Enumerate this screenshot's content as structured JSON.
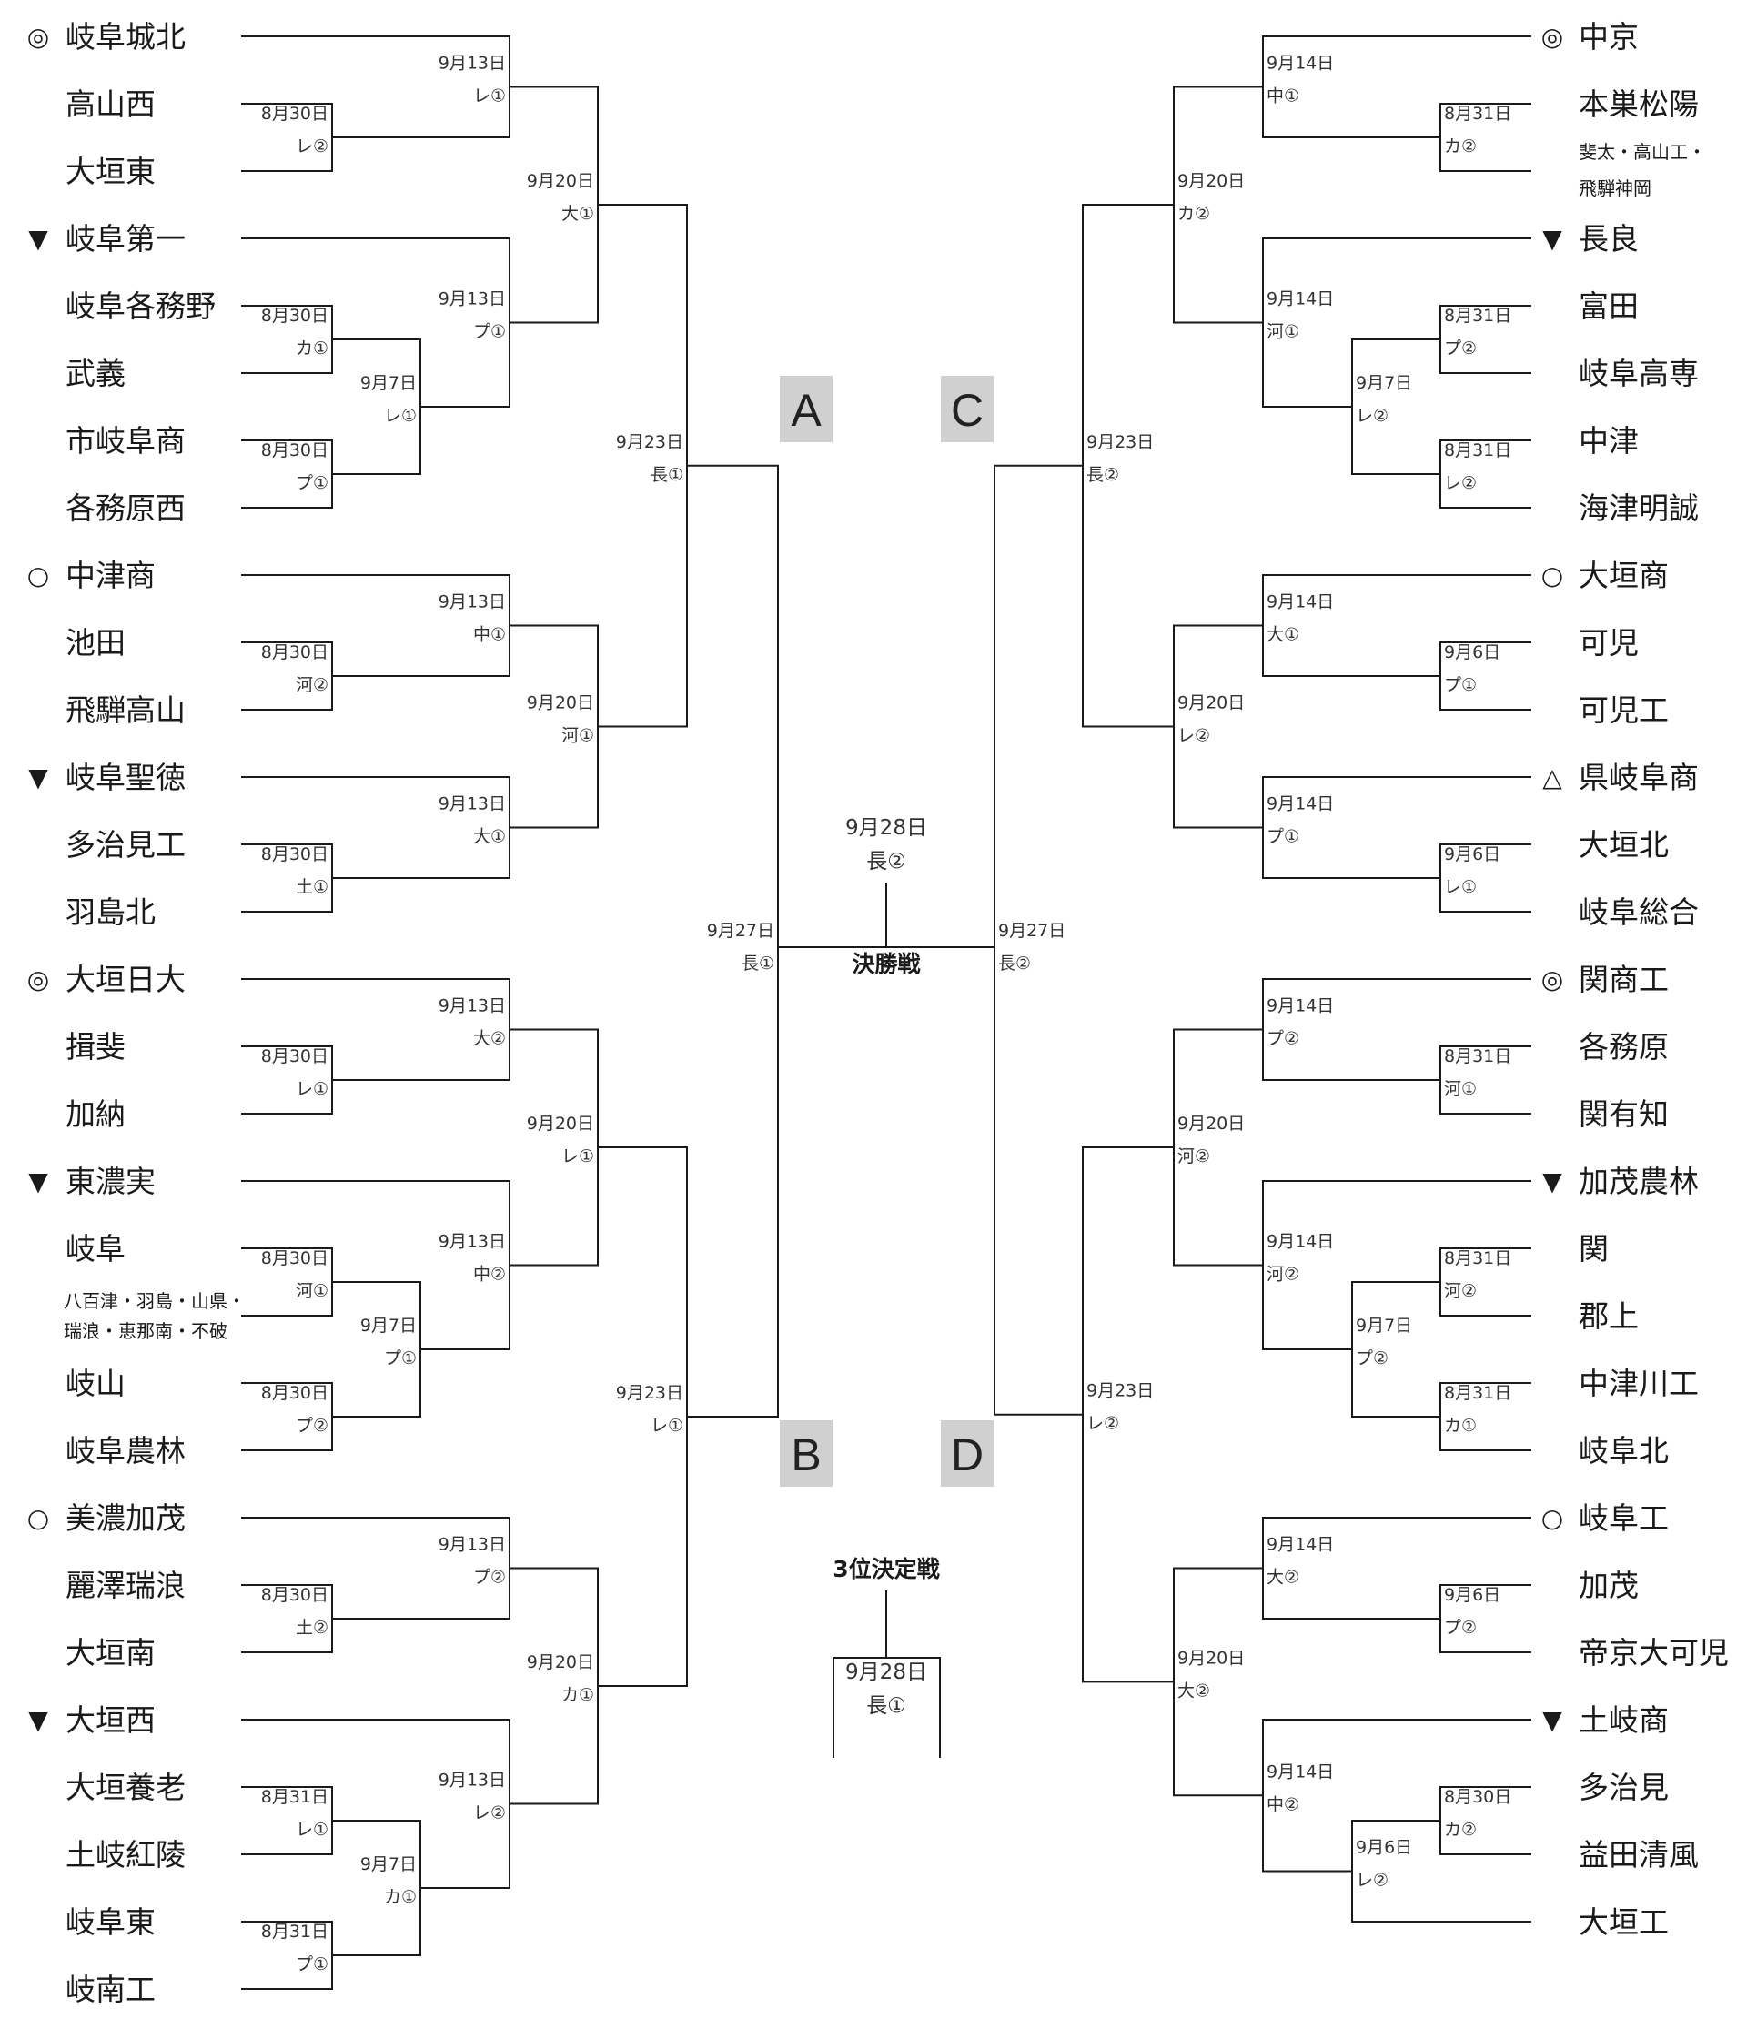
{
  "final": {
    "title": "決勝戦",
    "date": "9月28日",
    "venue": "長②"
  },
  "third_place": {
    "title": "3位決定戦",
    "date": "9月28日",
    "venue": "長①"
  },
  "semis": {
    "left_date": "9月27日",
    "left_venue": "長①",
    "right_date": "9月27日",
    "right_venue": "長②"
  },
  "blocks": [
    "A",
    "B",
    "C",
    "D"
  ],
  "left_teams": [
    {
      "mark": "◎",
      "name": "岐阜城北"
    },
    {
      "mark": "",
      "name": "高山西"
    },
    {
      "mark": "",
      "name": "大垣東"
    },
    {
      "mark": "▼",
      "name": "岐阜第一"
    },
    {
      "mark": "",
      "name": "岐阜各務野"
    },
    {
      "mark": "",
      "name": "武義"
    },
    {
      "mark": "",
      "name": "市岐阜商"
    },
    {
      "mark": "",
      "name": "各務原西"
    },
    {
      "mark": "○",
      "name": "中津商"
    },
    {
      "mark": "",
      "name": "池田"
    },
    {
      "mark": "",
      "name": "飛騨高山"
    },
    {
      "mark": "▼",
      "name": "岐阜聖徳"
    },
    {
      "mark": "",
      "name": "多治見工"
    },
    {
      "mark": "",
      "name": "羽島北"
    },
    {
      "mark": "◎",
      "name": "大垣日大"
    },
    {
      "mark": "",
      "name": "揖斐"
    },
    {
      "mark": "",
      "name": "加納"
    },
    {
      "mark": "▼",
      "name": "東濃実"
    },
    {
      "mark": "",
      "name": "岐阜"
    },
    {
      "mark": "",
      "name": "岐山"
    },
    {
      "mark": "",
      "name": "岐阜農林"
    },
    {
      "mark": "○",
      "name": "美濃加茂"
    },
    {
      "mark": "",
      "name": "麗澤瑞浪"
    },
    {
      "mark": "",
      "name": "大垣南"
    },
    {
      "mark": "▼",
      "name": "大垣西"
    },
    {
      "mark": "",
      "name": "大垣養老"
    },
    {
      "mark": "",
      "name": "土岐紅陵"
    },
    {
      "mark": "",
      "name": "岐阜東"
    },
    {
      "mark": "",
      "name": "岐南工"
    }
  ],
  "left_note": [
    "八百津・羽島・山県・",
    "瑞浪・恵那南・不破"
  ],
  "right_teams": [
    {
      "mark": "◎",
      "name": "中京"
    },
    {
      "mark": "",
      "name": "本巣松陽"
    },
    {
      "mark": "▼",
      "name": "長良"
    },
    {
      "mark": "",
      "name": "富田"
    },
    {
      "mark": "",
      "name": "岐阜高専"
    },
    {
      "mark": "",
      "name": "中津"
    },
    {
      "mark": "",
      "name": "海津明誠"
    },
    {
      "mark": "○",
      "name": "大垣商"
    },
    {
      "mark": "",
      "name": "可児"
    },
    {
      "mark": "",
      "name": "可児工"
    },
    {
      "mark": "△",
      "name": "県岐阜商"
    },
    {
      "mark": "",
      "name": "大垣北"
    },
    {
      "mark": "",
      "name": "岐阜総合"
    },
    {
      "mark": "◎",
      "name": "関商工"
    },
    {
      "mark": "",
      "name": "各務原"
    },
    {
      "mark": "",
      "name": "関有知"
    },
    {
      "mark": "▼",
      "name": "加茂農林"
    },
    {
      "mark": "",
      "name": "関"
    },
    {
      "mark": "",
      "name": "郡上"
    },
    {
      "mark": "",
      "name": "中津川工"
    },
    {
      "mark": "",
      "name": "岐阜北"
    },
    {
      "mark": "○",
      "name": "岐阜工"
    },
    {
      "mark": "",
      "name": "加茂"
    },
    {
      "mark": "",
      "name": "帝京大可児"
    },
    {
      "mark": "▼",
      "name": "土岐商"
    },
    {
      "mark": "",
      "name": "多治見"
    },
    {
      "mark": "",
      "name": "益田清風"
    },
    {
      "mark": "",
      "name": "大垣工"
    }
  ],
  "right_note": [
    "斐太・高山工・",
    "飛騨神岡"
  ],
  "left_games": [
    {
      "date": "8月30日",
      "venue": "レ②"
    },
    {
      "date": "9月13日",
      "venue": "レ①"
    },
    {
      "date": "8月30日",
      "venue": "カ①"
    },
    {
      "date": "8月30日",
      "venue": "プ①"
    },
    {
      "date": "9月7日",
      "venue": "レ①"
    },
    {
      "date": "9月13日",
      "venue": "プ①"
    },
    {
      "date": "9月20日",
      "venue": "大①"
    },
    {
      "date": "8月30日",
      "venue": "河②"
    },
    {
      "date": "9月13日",
      "venue": "中①"
    },
    {
      "date": "8月30日",
      "venue": "土①"
    },
    {
      "date": "9月13日",
      "venue": "大①"
    },
    {
      "date": "9月20日",
      "venue": "河①"
    },
    {
      "date": "9月23日",
      "venue": "長①"
    },
    {
      "date": "8月30日",
      "venue": "レ①"
    },
    {
      "date": "9月13日",
      "venue": "大②"
    },
    {
      "date": "8月30日",
      "venue": "河①"
    },
    {
      "date": "8月30日",
      "venue": "プ②"
    },
    {
      "date": "9月7日",
      "venue": "プ①"
    },
    {
      "date": "9月13日",
      "venue": "中②"
    },
    {
      "date": "9月20日",
      "venue": "レ①"
    },
    {
      "date": "8月30日",
      "venue": "土②"
    },
    {
      "date": "9月13日",
      "venue": "プ②"
    },
    {
      "date": "8月31日",
      "venue": "レ①"
    },
    {
      "date": "8月31日",
      "venue": "プ①"
    },
    {
      "date": "9月7日",
      "venue": "カ①"
    },
    {
      "date": "9月13日",
      "venue": "レ②"
    },
    {
      "date": "9月20日",
      "venue": "カ①"
    },
    {
      "date": "9月23日",
      "venue": "レ①"
    }
  ],
  "right_games": [
    {
      "date": "8月31日",
      "venue": "カ②"
    },
    {
      "date": "9月14日",
      "venue": "中①"
    },
    {
      "date": "8月31日",
      "venue": "プ②"
    },
    {
      "date": "8月31日",
      "venue": "レ②"
    },
    {
      "date": "9月7日",
      "venue": "レ②"
    },
    {
      "date": "9月14日",
      "venue": "河①"
    },
    {
      "date": "9月20日",
      "venue": "カ②"
    },
    {
      "date": "9月6日",
      "venue": "プ①"
    },
    {
      "date": "9月14日",
      "venue": "大①"
    },
    {
      "date": "9月6日",
      "venue": "レ①"
    },
    {
      "date": "9月14日",
      "venue": "プ①"
    },
    {
      "date": "9月20日",
      "venue": "レ②"
    },
    {
      "date": "9月23日",
      "venue": "長②"
    },
    {
      "date": "8月31日",
      "venue": "河①"
    },
    {
      "date": "9月14日",
      "venue": "プ②"
    },
    {
      "date": "8月31日",
      "venue": "河②"
    },
    {
      "date": "8月31日",
      "venue": "カ①"
    },
    {
      "date": "9月7日",
      "venue": "プ②"
    },
    {
      "date": "9月14日",
      "venue": "河②"
    },
    {
      "date": "9月20日",
      "venue": "河②"
    },
    {
      "date": "9月6日",
      "venue": "プ②"
    },
    {
      "date": "9月14日",
      "venue": "大②"
    },
    {
      "date": "8月30日",
      "venue": "カ②"
    },
    {
      "date": "9月6日",
      "venue": "レ②"
    },
    {
      "date": "9月14日",
      "venue": "中②"
    },
    {
      "date": "9月20日",
      "venue": "大②"
    },
    {
      "date": "9月23日",
      "venue": "レ②"
    }
  ]
}
